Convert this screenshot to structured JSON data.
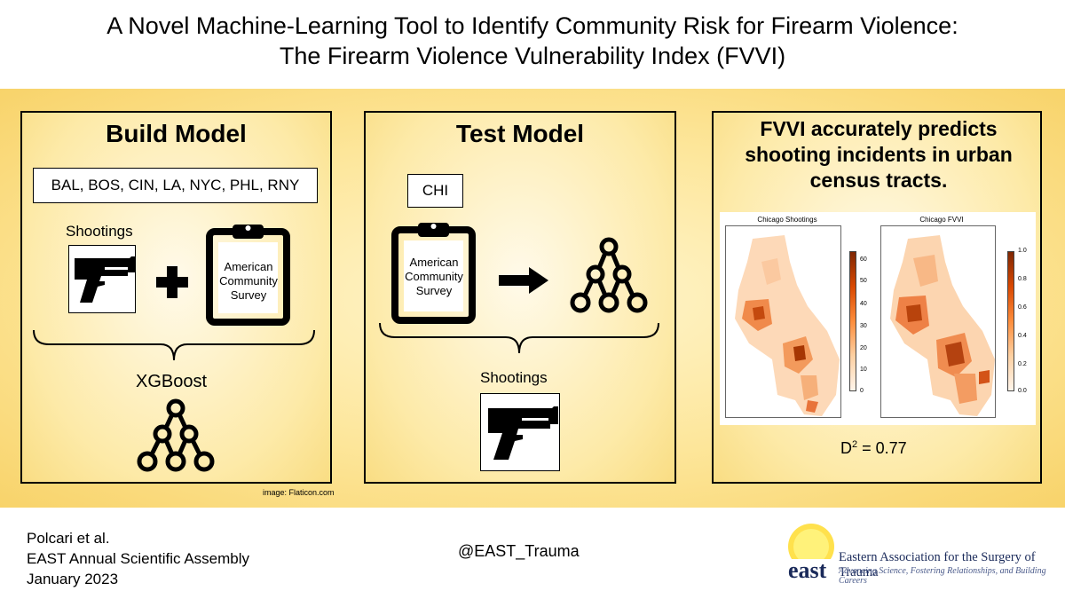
{
  "title": {
    "line1": "A Novel Machine-Learning Tool to Identify Community Risk for Firearm Violence:",
    "line2": "The Firearm Violence Vulnerability Index (FVVI)"
  },
  "build_model": {
    "title": "Build Model",
    "cities": "BAL, BOS, CIN, LA, NYC, PHL, RNY",
    "shootings_label": "Shootings",
    "plus": "+",
    "survey_line1": "American",
    "survey_line2": "Community",
    "survey_line3": "Survey",
    "model_label": "XGBoost"
  },
  "test_model": {
    "title": "Test Model",
    "city": "CHI",
    "survey_line1": "American",
    "survey_line2": "Community",
    "survey_line3": "Survey",
    "shootings_label": "Shootings"
  },
  "result": {
    "line1": "FVVI accurately predicts",
    "line2": "shooting incidents in urban",
    "line3": "census tracts.",
    "map1_title": "Chicago Shootings",
    "map2_title": "Chicago FVVI",
    "map1_ticks": [
      "60",
      "50",
      "40",
      "30",
      "20",
      "10",
      "0"
    ],
    "map2_ticks": [
      "1.0",
      "0.8",
      "0.6",
      "0.4",
      "0.2",
      "0.0"
    ],
    "d_squared_label": "D",
    "d_squared_exp": "2",
    "d_squared_value": " = 0.77"
  },
  "credit": "image: Flaticon.com",
  "footer": {
    "author": "Polcari et al.",
    "meeting": "EAST Annual  Scientific Assembly",
    "date": "January 2023",
    "handle": "@EAST_Trauma"
  },
  "logo": {
    "word": "east",
    "name": "Eastern Association for the Surgery of Trauma",
    "tagline": "Advancing Science, Fostering Relationships, and Building Careers"
  },
  "colors": {
    "band": "#fde69a",
    "heat_dark": "#a63603",
    "heat_light": "#fee6ce",
    "east_navy": "#1a2a5a",
    "east_sun": "#ffe14d"
  }
}
